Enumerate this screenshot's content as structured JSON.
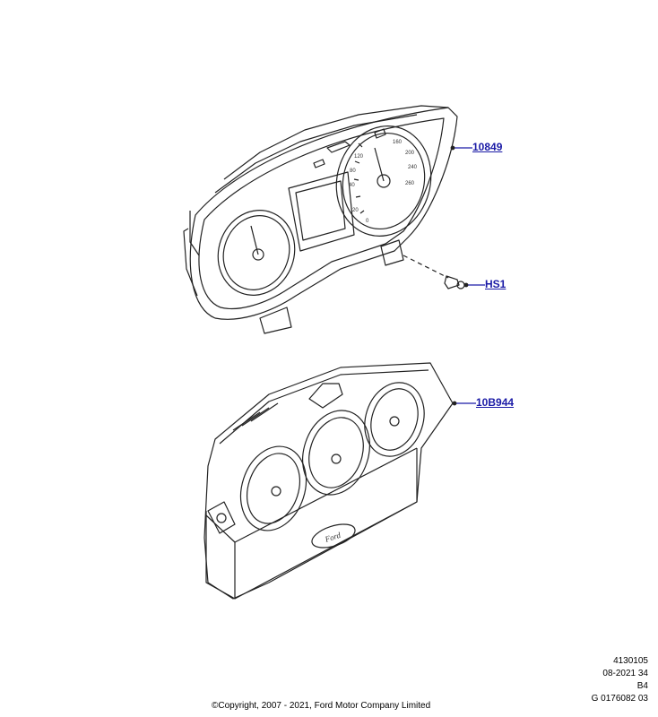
{
  "callouts": {
    "instrument_cluster": "10849",
    "screw": "HS1",
    "cluster_housing": "10B944"
  },
  "gauge_labels": [
    "160",
    "200",
    "240",
    "260",
    "120",
    "80",
    "40",
    "20",
    "0"
  ],
  "reference": {
    "line1": "4130105",
    "line2": "08-2021 34",
    "line3": "B4",
    "line4": "G 0176082 03"
  },
  "copyright": "©Copyright, 2007 - 2021, Ford Motor Company Limited",
  "colors": {
    "callout": "#1a1aa6",
    "line": "#222222"
  },
  "emblem_text": "Ford"
}
